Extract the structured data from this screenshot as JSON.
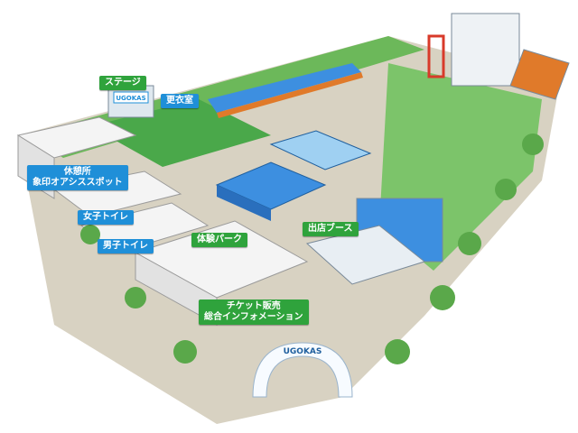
{
  "colors": {
    "label_green": "#2fa33c",
    "label_blue": "#1f8fd8",
    "pool": "#3d8fe0",
    "grass": "#4aa84a",
    "ground": "#d8d2c2"
  },
  "labels": {
    "stage": "ステージ",
    "changing_room": "更衣室",
    "rest_area_line1": "休憩所",
    "rest_area_line2": "象印オアシススポット",
    "womens_toilet": "女子トイレ",
    "mens_toilet": "男子トイレ",
    "experience_park": "体験パーク",
    "booth": "出店ブース",
    "ticket_line1": "チケット販売",
    "ticket_line2": "総合インフォメーション"
  },
  "signs": {
    "arch": "UGOKAS",
    "stage_banner": "UGOKAS"
  }
}
